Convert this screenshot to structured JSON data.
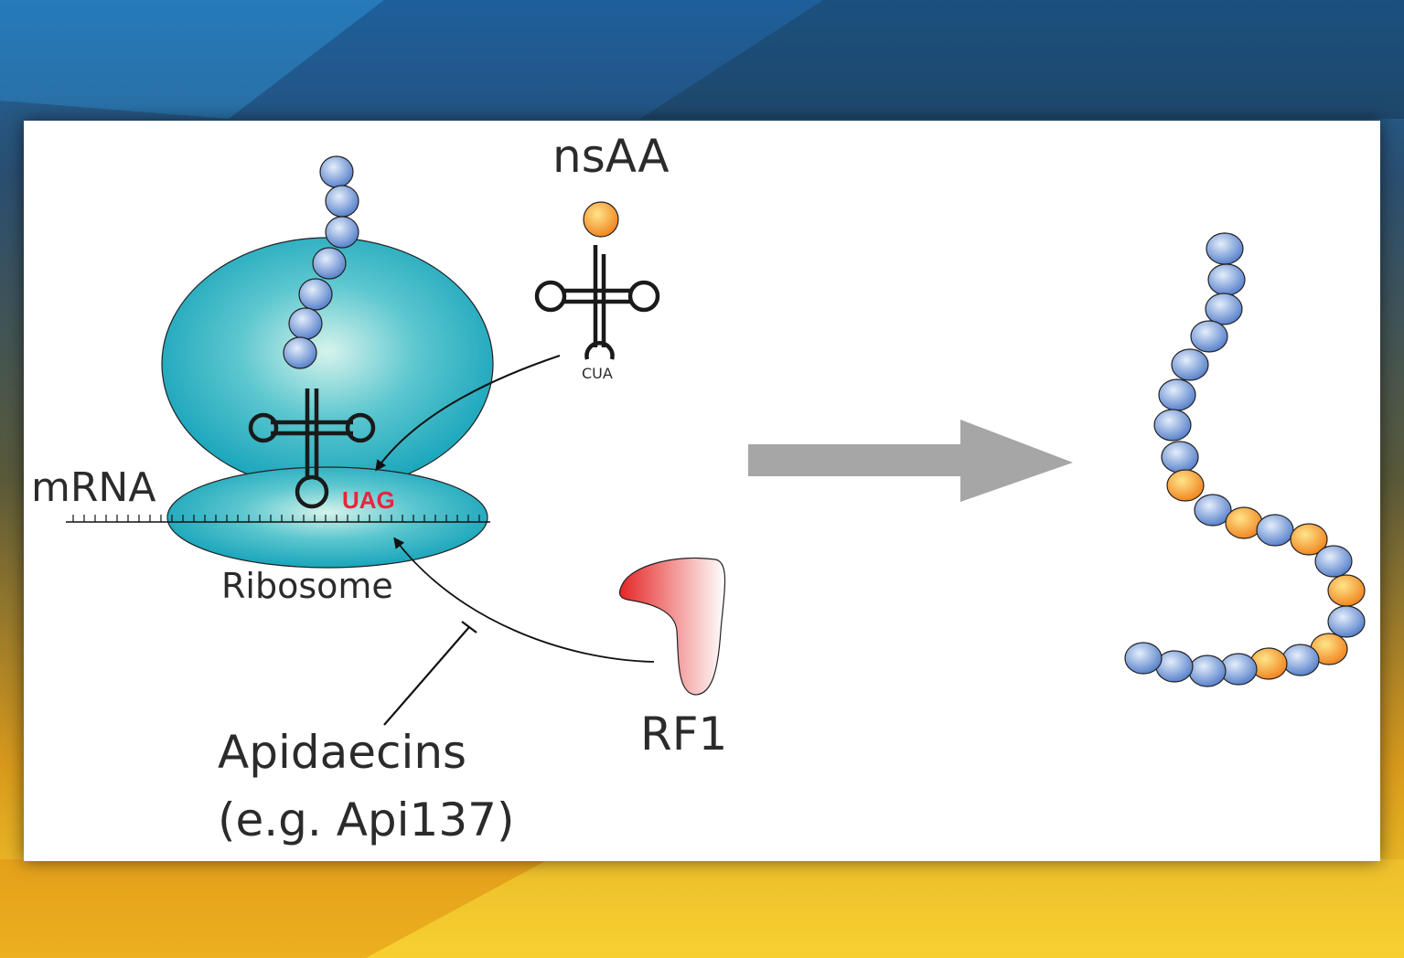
{
  "labels": {
    "nsaa": "nsAA",
    "anticodon": "CUA",
    "mrna": "mRNA",
    "codon": "UAG",
    "ribosome": "Ribosome",
    "rf1": "RF1",
    "apidaecins_line1": "Apidaecins",
    "apidaecins_line2": "(e.g. Api137)"
  },
  "colors": {
    "ribosome": "#1fa9bf",
    "standard_aa": "#5b86cc",
    "nsaa": "#f39c1a",
    "rf1": "#e8373a",
    "codon_text": "#e8253a",
    "process_arrow": "#a6a6a6",
    "background_top": "#1f5f9a",
    "background_bottom": "#f3c22a"
  },
  "protein_chain": {
    "residues": [
      "s",
      "s",
      "s",
      "s",
      "s",
      "s",
      "s",
      "s",
      "n",
      "s",
      "n",
      "s",
      "n",
      "s",
      "n",
      "s",
      "n",
      "s",
      "n",
      "s",
      "s",
      "s",
      "s",
      "s"
    ]
  }
}
